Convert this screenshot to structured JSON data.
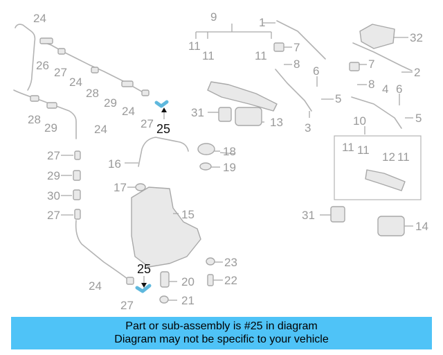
{
  "diagram": {
    "labels": {
      "l24a": "24",
      "l9": "9",
      "l1": "1",
      "l32": "32",
      "l11a": "11",
      "l11b": "11",
      "l11c": "11",
      "l26": "26",
      "l27a": "27",
      "l24b": "24",
      "l28a": "28",
      "l29a": "29",
      "l24c": "24",
      "l27b": "27",
      "l7a": "7",
      "l8a": "8",
      "l7b": "7",
      "l2": "2",
      "l6": "6",
      "l5a": "5",
      "l8b": "8",
      "l4": "4",
      "l6b": "6",
      "l5b": "5",
      "l28b": "28",
      "l29b": "29",
      "l24d": "24",
      "l25a": "25",
      "l31a": "31",
      "l13": "13",
      "l3": "3",
      "l10": "10",
      "l11d": "11",
      "l11e": "11",
      "l12": "12",
      "l11f": "11",
      "l27c": "27",
      "l16": "16",
      "l18": "18",
      "l19": "19",
      "l29c": "29",
      "l17": "17",
      "l30": "30",
      "l15": "15",
      "l27d": "27",
      "l31b": "31",
      "l14": "14",
      "l23": "23",
      "l25b": "25",
      "l20": "20",
      "l22": "22",
      "l24e": "24",
      "l27e": "27",
      "l21": "21"
    },
    "highlight_color": "#6ec6e8"
  },
  "banner": {
    "line1": "Part or sub-assembly is #25 in diagram",
    "line2": "Diagram may not be specific to your vehicle",
    "color": "#4fc3f7"
  }
}
